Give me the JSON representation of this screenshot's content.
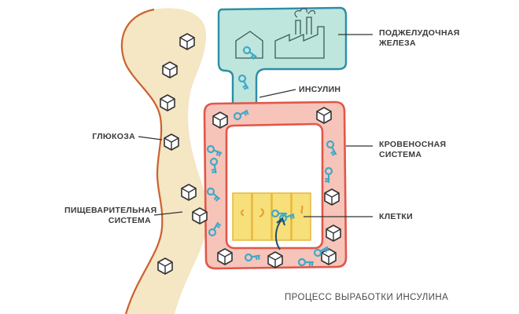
{
  "labels": {
    "pancreas_line1": "ПОДЖЕЛУДОЧНАЯ",
    "pancreas_line2": "ЖЕЛЕЗА",
    "insulin": "ИНСУЛИН",
    "glucose": "ГЛЮКОЗА",
    "blood_line1": "КРОВЕНОСНАЯ",
    "blood_line2": "СИСТЕМА",
    "digestive_line1": "ПИЩЕВАРИТЕЛЬНАЯ",
    "digestive_line2": "СИСТЕМА",
    "cells": "КЛЕТКИ"
  },
  "caption": "ПРОЦЕСС ВЫРАБОТКИ ИНСУЛИНА",
  "colors": {
    "digestive_fill": "#f5e6c4",
    "digestive_stroke": "#c9622f",
    "blood_fill": "#f7c4b9",
    "blood_stroke": "#e0574a",
    "pancreas_fill": "#bfe6dc",
    "pancreas_stroke": "#2b8ea6",
    "cells_fill": "#f7df7a",
    "cells_stroke": "#e6b93a",
    "key_color": "#3fa9c9",
    "line_color": "#333333"
  }
}
